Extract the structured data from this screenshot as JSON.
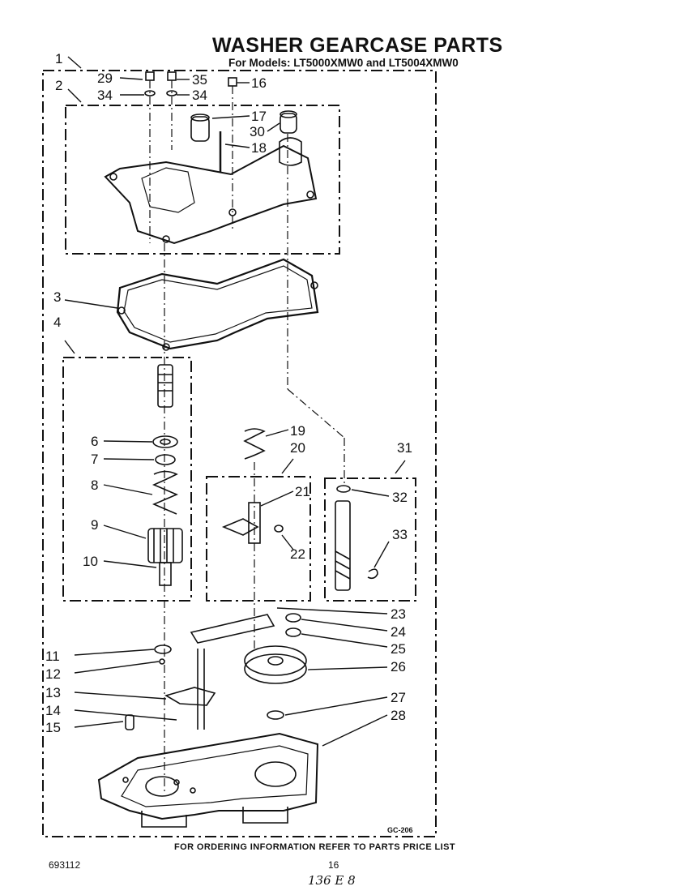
{
  "header": {
    "title": "WASHER GEARCASE PARTS",
    "subtitle": "For Models: LT5000XMW0 and LT5004XMW0"
  },
  "callouts": [
    {
      "id": "c1",
      "label": "1"
    },
    {
      "id": "c2",
      "label": "2"
    },
    {
      "id": "c3",
      "label": "3"
    },
    {
      "id": "c4",
      "label": "4"
    },
    {
      "id": "c6",
      "label": "6"
    },
    {
      "id": "c7",
      "label": "7"
    },
    {
      "id": "c8",
      "label": "8"
    },
    {
      "id": "c9",
      "label": "9"
    },
    {
      "id": "c10",
      "label": "10"
    },
    {
      "id": "c11",
      "label": "11"
    },
    {
      "id": "c12",
      "label": "12"
    },
    {
      "id": "c13",
      "label": "13"
    },
    {
      "id": "c14",
      "label": "14"
    },
    {
      "id": "c15",
      "label": "15"
    },
    {
      "id": "c16",
      "label": "16"
    },
    {
      "id": "c17",
      "label": "17"
    },
    {
      "id": "c18",
      "label": "18"
    },
    {
      "id": "c19",
      "label": "19"
    },
    {
      "id": "c20",
      "label": "20"
    },
    {
      "id": "c21",
      "label": "21"
    },
    {
      "id": "c22",
      "label": "22"
    },
    {
      "id": "c23",
      "label": "23"
    },
    {
      "id": "c24",
      "label": "24"
    },
    {
      "id": "c25",
      "label": "25"
    },
    {
      "id": "c26",
      "label": "26"
    },
    {
      "id": "c27",
      "label": "27"
    },
    {
      "id": "c28",
      "label": "28"
    },
    {
      "id": "c29",
      "label": "29"
    },
    {
      "id": "c30",
      "label": "30"
    },
    {
      "id": "c31",
      "label": "31"
    },
    {
      "id": "c32",
      "label": "32"
    },
    {
      "id": "c33",
      "label": "33"
    },
    {
      "id": "c34a",
      "label": "34"
    },
    {
      "id": "c34b",
      "label": "34"
    },
    {
      "id": "c35",
      "label": "35"
    }
  ],
  "diagram_code": "GC-206",
  "footer": {
    "ordering_note": "FOR ORDERING INFORMATION REFER TO PARTS PRICE LIST",
    "doc_number": "693112",
    "page_number": "16",
    "handwritten_note": "136 E 8"
  }
}
